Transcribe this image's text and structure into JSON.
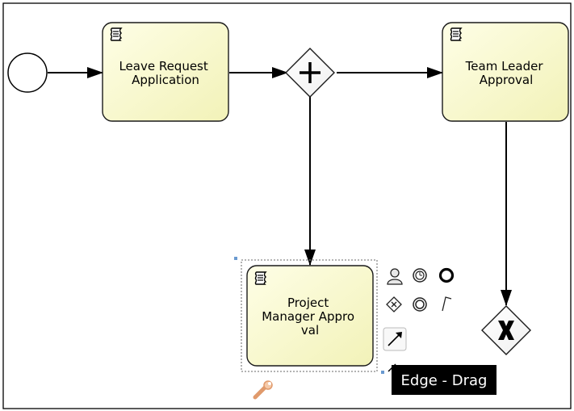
{
  "diagram": {
    "tasks": [
      {
        "id": "leave_request",
        "lines": [
          "Leave Request",
          "Application"
        ],
        "icon": "script-task-icon"
      },
      {
        "id": "team_leader",
        "lines": [
          "Team Leader",
          "Approval"
        ],
        "icon": "script-task-icon"
      },
      {
        "id": "project_manager",
        "lines": [
          "Project",
          "Manager Appro",
          "val"
        ],
        "icon": "script-task-icon",
        "selected": true
      }
    ],
    "gateways": [
      {
        "id": "parallel_gateway",
        "type": "parallel",
        "icon": "plus-icon"
      },
      {
        "id": "exclusive_gateway",
        "type": "exclusive",
        "icon": "x-icon"
      }
    ],
    "start_event": {
      "id": "start_event"
    },
    "context_pad": {
      "items": [
        "user-task-icon",
        "timer-event-icon",
        "end-event-icon",
        "gateway-icon",
        "intermediate-event-icon",
        "association-icon",
        "edge-drag-icon",
        "wrench-icon"
      ]
    },
    "tooltip": {
      "text": "Edge - Drag"
    }
  },
  "colors": {
    "task_fill_light": "#fefee6",
    "task_fill_dark": "#f2f2b8",
    "task_stroke": "#1a1a1a",
    "selection_dots": "#888888",
    "tooltip_bg": "#000000",
    "tooltip_fg": "#ffffff"
  }
}
